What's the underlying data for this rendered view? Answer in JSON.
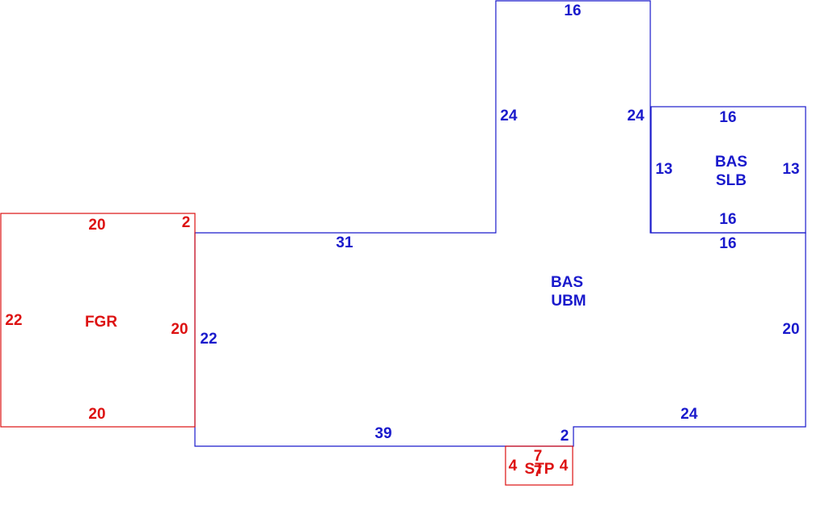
{
  "colors": {
    "main": "#1a1acc",
    "attached": "#dd1111"
  },
  "areas": {
    "bas_ubm": {
      "line1": "BAS",
      "line2": "UBM"
    },
    "bas_slb": {
      "line1": "BAS",
      "line2": "SLB"
    },
    "fgr": {
      "label": "FGR"
    },
    "stp": {
      "label": "STP"
    }
  },
  "dimensions": {
    "ubm_top_bump": "16",
    "ubm_bump_left": "24",
    "ubm_bump_right": "24",
    "ubm_top_left": "31",
    "ubm_top_right": "16",
    "ubm_right": "20",
    "ubm_bottom_right": "24",
    "ubm_step": "2",
    "ubm_bottom_left": "39",
    "ubm_left": "22",
    "slb_top": "16",
    "slb_bottom": "16",
    "slb_left": "13",
    "slb_right": "13",
    "fgr_top": "20",
    "fgr_bottom": "20",
    "fgr_left": "22",
    "fgr_right": "20",
    "fgr_step": "2",
    "stp_left": "4",
    "stp_right": "4",
    "stp_top": "7",
    "stp_bottom": "7"
  }
}
